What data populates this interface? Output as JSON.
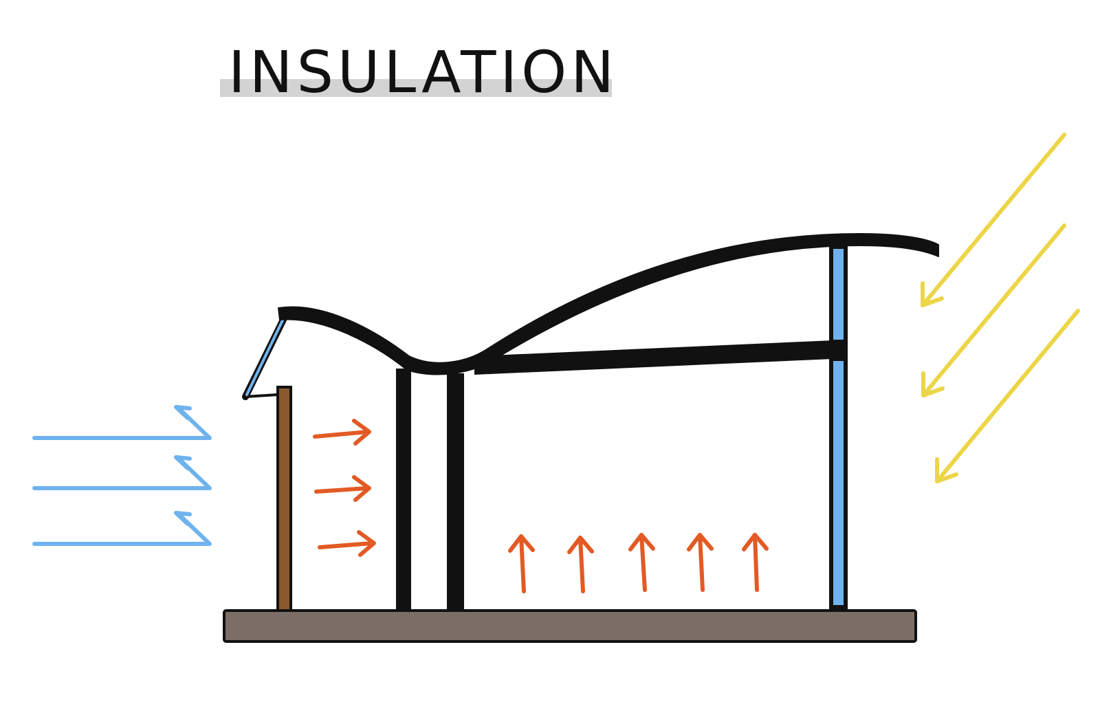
{
  "title": "INSULATION",
  "colors": {
    "outline": "#111111",
    "ground": "#7a6e66",
    "glass": "#6fb3ee",
    "wood_column": "#8a5a2e",
    "cold_wind": "#6fb3ee",
    "heat": "#e35a24",
    "sun": "#ecd547",
    "title_highlight": "#d3d3d3"
  },
  "diagram": {
    "elements": [
      {
        "name": "cold-wind-arrow",
        "count": 3,
        "icon": "arrow-right-deflect"
      },
      {
        "name": "interior-heat-arrow-horizontal",
        "count": 3,
        "icon": "arrow-right"
      },
      {
        "name": "floor-heat-arrow-up",
        "count": 5,
        "icon": "arrow-up"
      },
      {
        "name": "sunlight-arrow",
        "count": 3,
        "icon": "arrow-down-left"
      }
    ]
  }
}
